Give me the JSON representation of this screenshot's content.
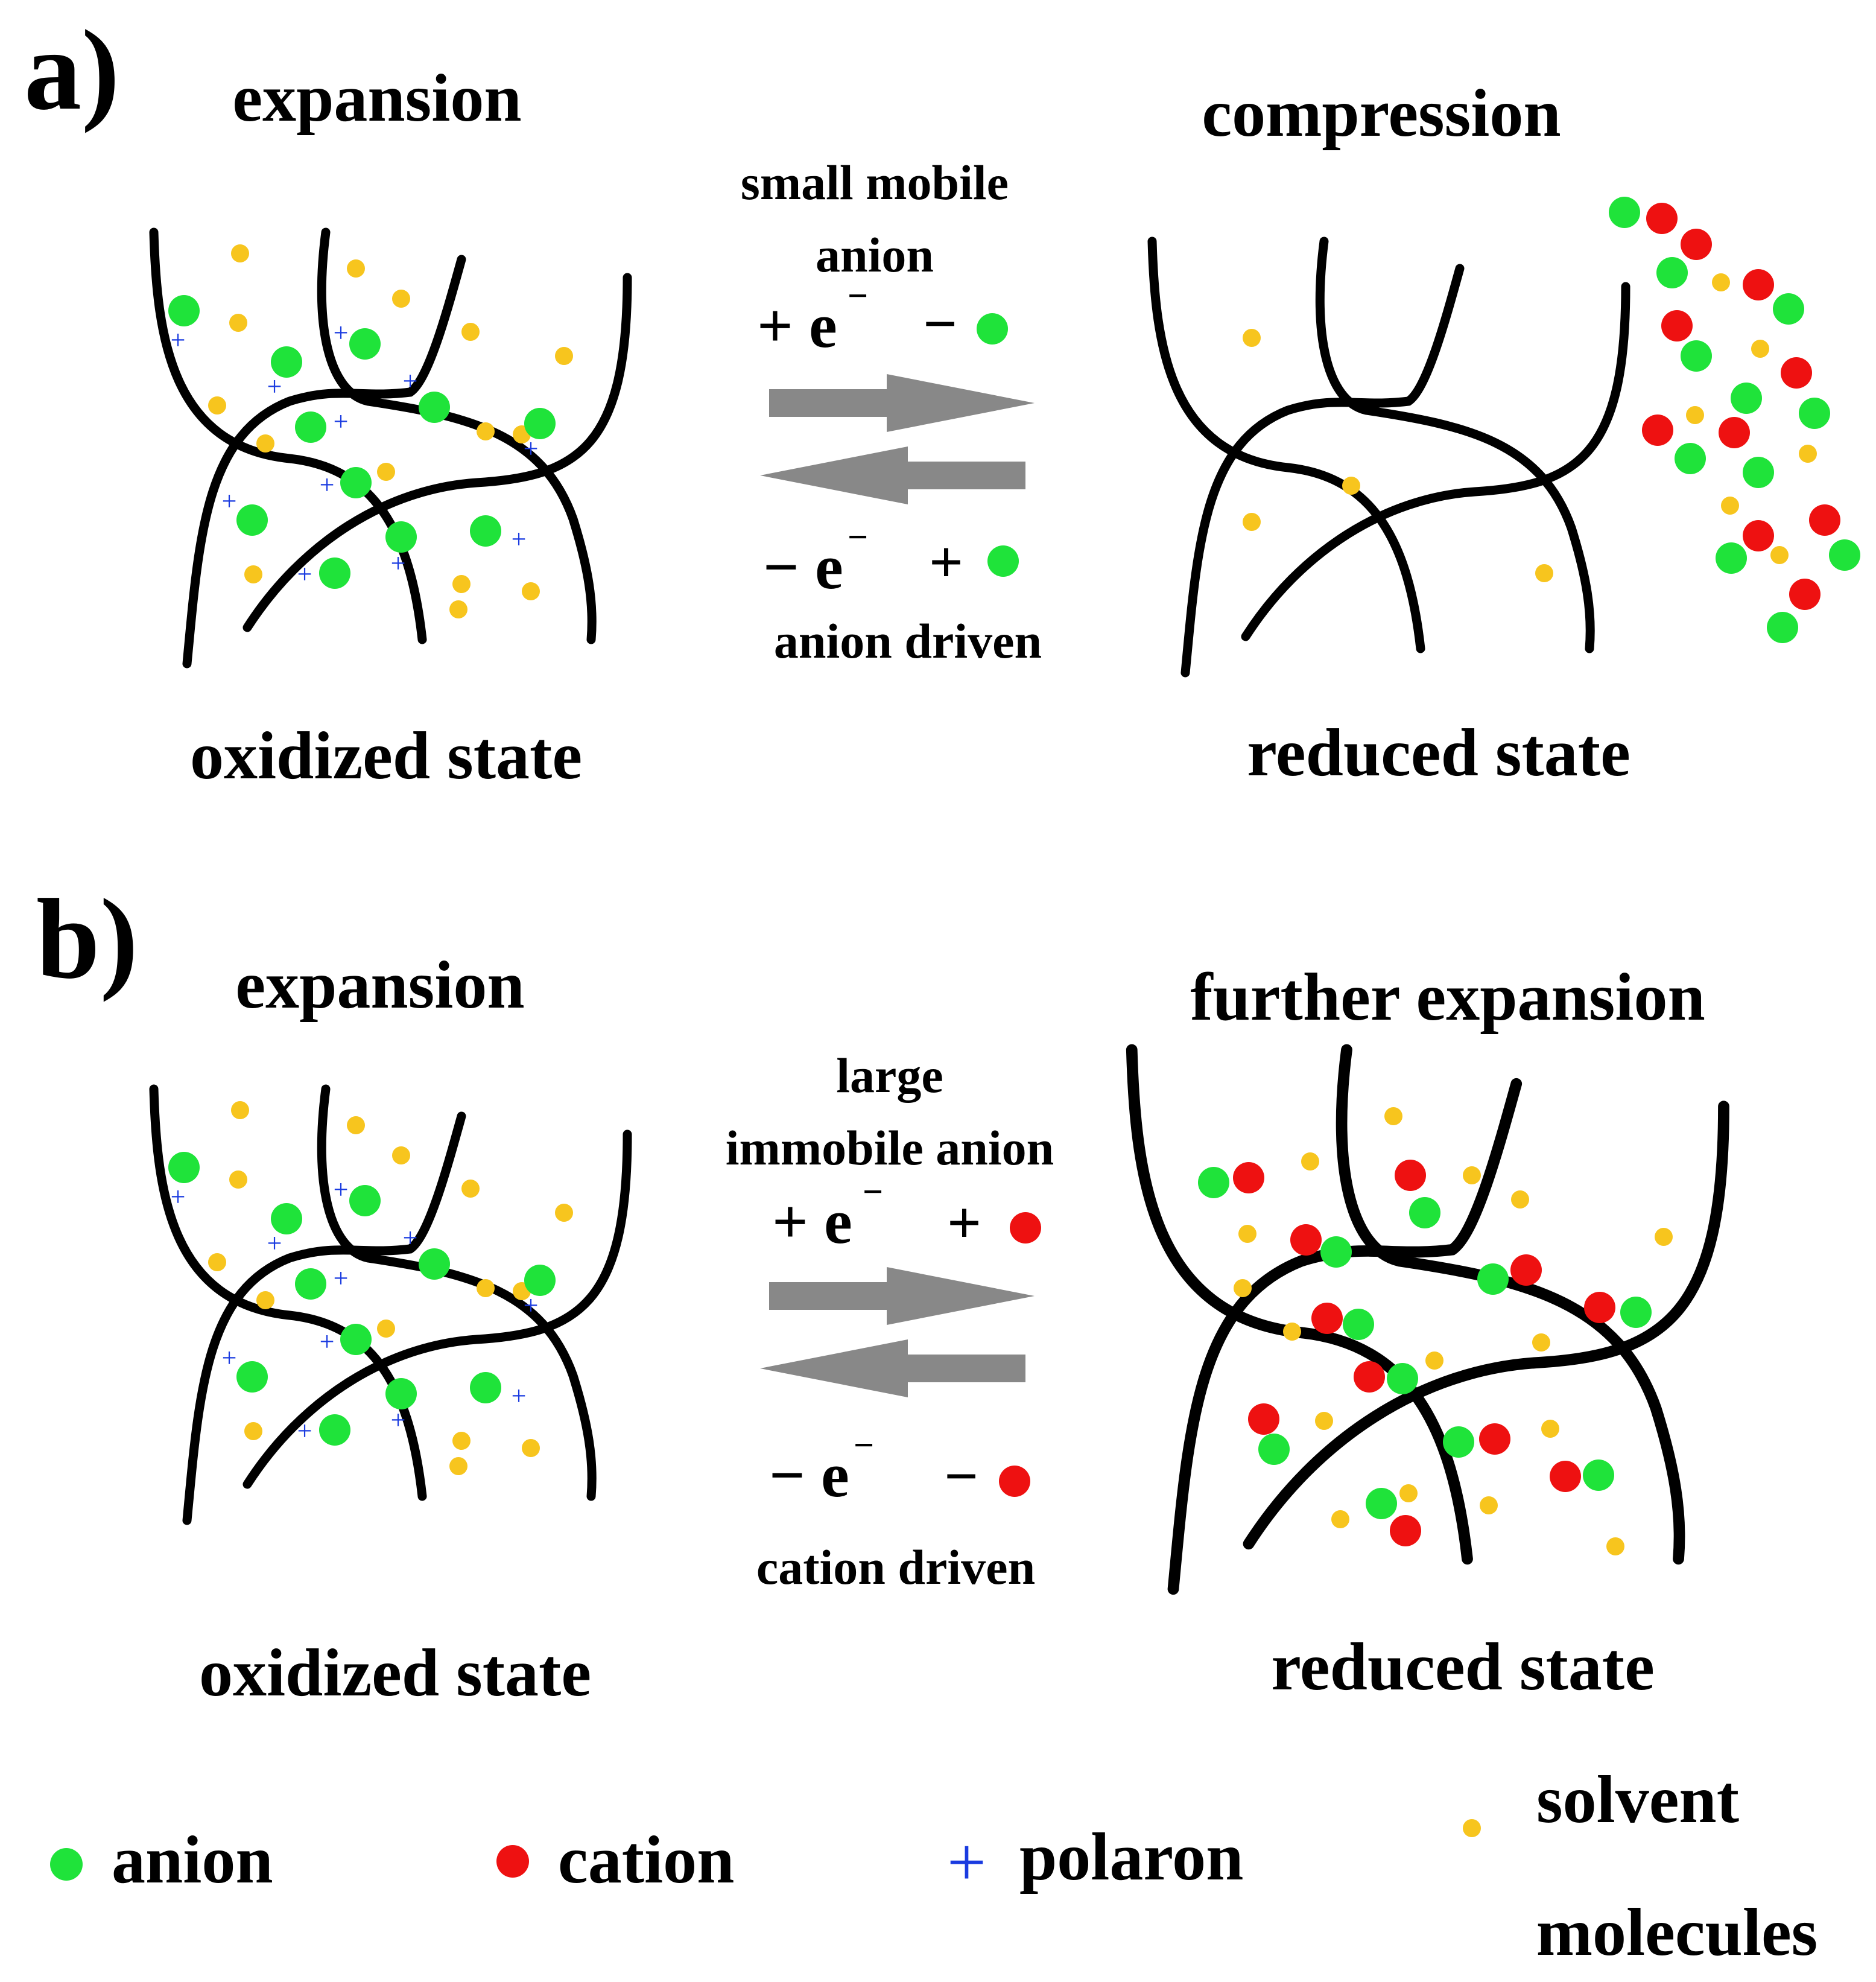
{
  "panel_a": {
    "letter": "a)",
    "left_heading": "expansion",
    "right_heading": "compression",
    "arrow_top_line1": "small mobile",
    "arrow_top_line2": "anion",
    "forward_electron": "+ e",
    "forward_ion_sign": "−",
    "forward_ion": "anion",
    "reverse_electron": "− e",
    "reverse_ion_sign": "+",
    "reverse_ion": "anion",
    "mechanism": "anion driven",
    "left_state": "oxidized state",
    "right_state": "reduced state"
  },
  "panel_b": {
    "letter": "b)",
    "left_heading": "expansion",
    "right_heading": "further expansion",
    "arrow_top_line1": "large",
    "arrow_top_line2": "immobile anion",
    "forward_electron": "+ e",
    "forward_ion_sign": "+",
    "forward_ion": "cation",
    "reverse_electron": "− e",
    "reverse_ion_sign": "−",
    "reverse_ion": "cation",
    "mechanism": "cation driven",
    "left_state": "oxidized state",
    "right_state": "reduced state"
  },
  "electron_charge": "−",
  "legend": {
    "anion": "anion",
    "cation": "cation",
    "polaron_symbol": "+",
    "polaron": "polaron",
    "solvent_line1": "solvent",
    "solvent_line2": "molecules"
  },
  "colors": {
    "anion": "#1fe33a",
    "cation": "#ee1111",
    "polaron": "#1a3be0",
    "solvent": "#f7c51e",
    "chain": "#000000",
    "arrow": "#888888"
  }
}
